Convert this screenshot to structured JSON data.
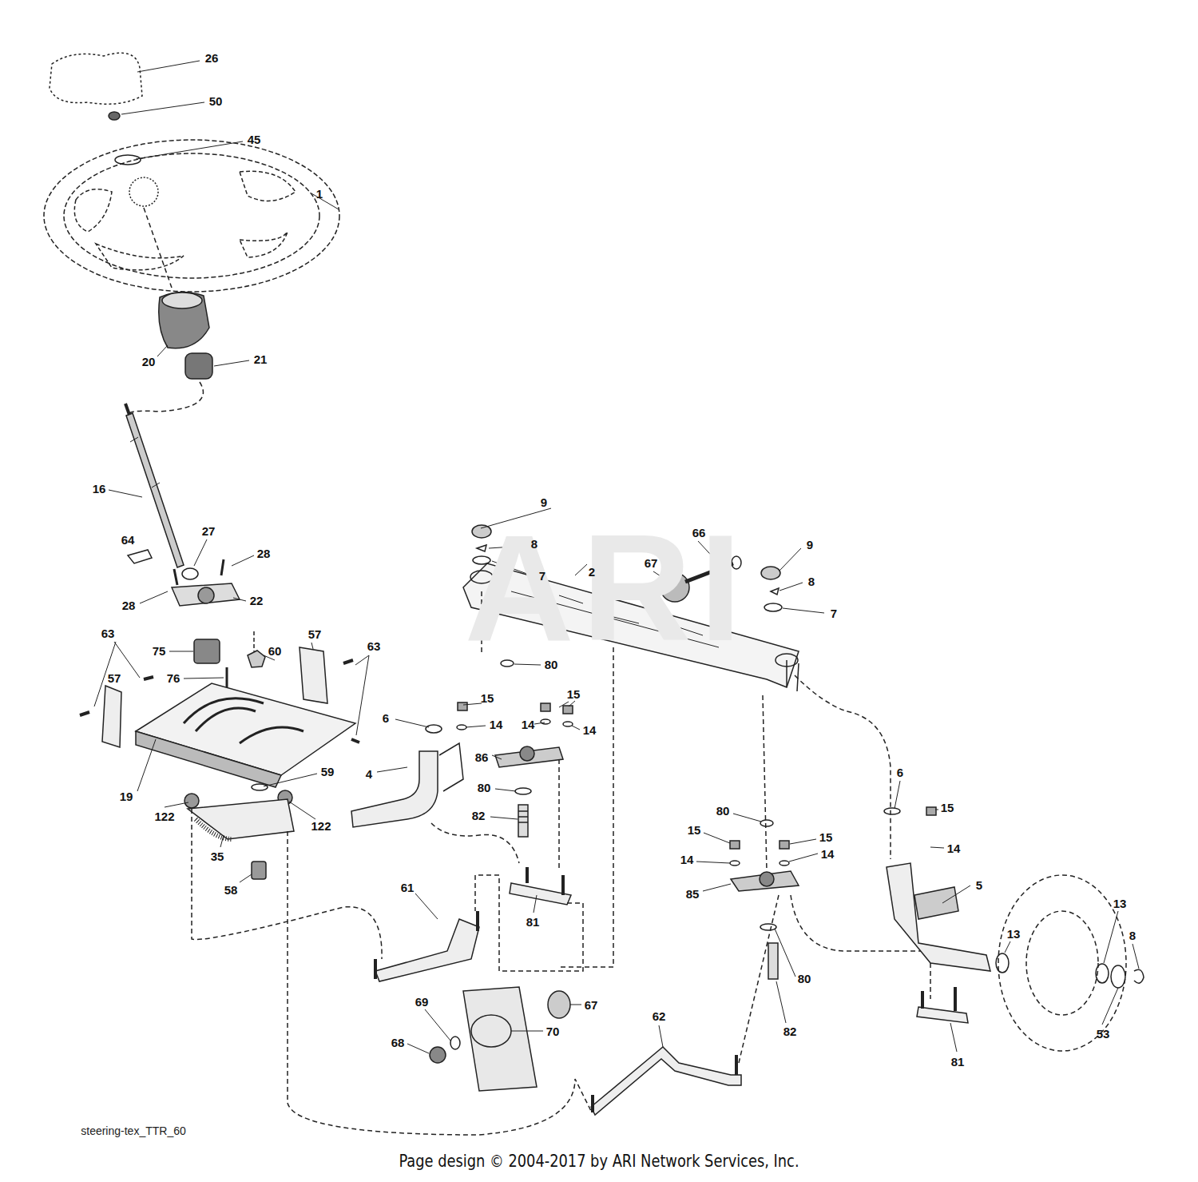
{
  "diagram": {
    "labels": [
      "26",
      "50",
      "45",
      "1",
      "20",
      "21",
      "16",
      "64",
      "27",
      "28",
      "28",
      "22",
      "63",
      "57",
      "75",
      "60",
      "63",
      "76",
      "57",
      "6",
      "15",
      "15",
      "14",
      "14",
      "14",
      "86",
      "4",
      "19",
      "122",
      "59",
      "122",
      "80",
      "82",
      "35",
      "58",
      "61",
      "81",
      "9",
      "8",
      "7",
      "2",
      "66",
      "67",
      "9",
      "8",
      "7",
      "80",
      "6",
      "15",
      "14",
      "80",
      "15",
      "15",
      "14",
      "14",
      "85",
      "5",
      "13",
      "13",
      "8",
      "80",
      "53",
      "82",
      "81",
      "69",
      "67",
      "68",
      "70",
      "62",
      "steering-tex_TTR_60",
      "Page design © 2004-2017 by ARI Network Services, Inc.",
      "ARI"
    ]
  }
}
